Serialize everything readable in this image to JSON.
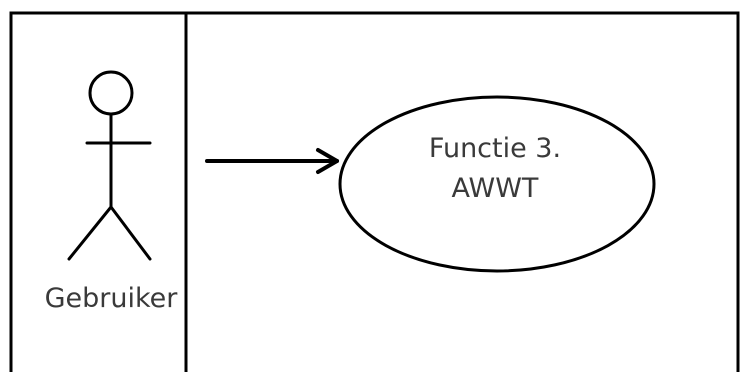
{
  "diagram": {
    "actor": {
      "label": "Gebruiker"
    },
    "use_case": {
      "line1": "Functie 3.",
      "line2": "AWWT"
    },
    "colors": {
      "stroke": "#000000",
      "text": "#3a3a3a",
      "background": "#ffffff"
    }
  }
}
